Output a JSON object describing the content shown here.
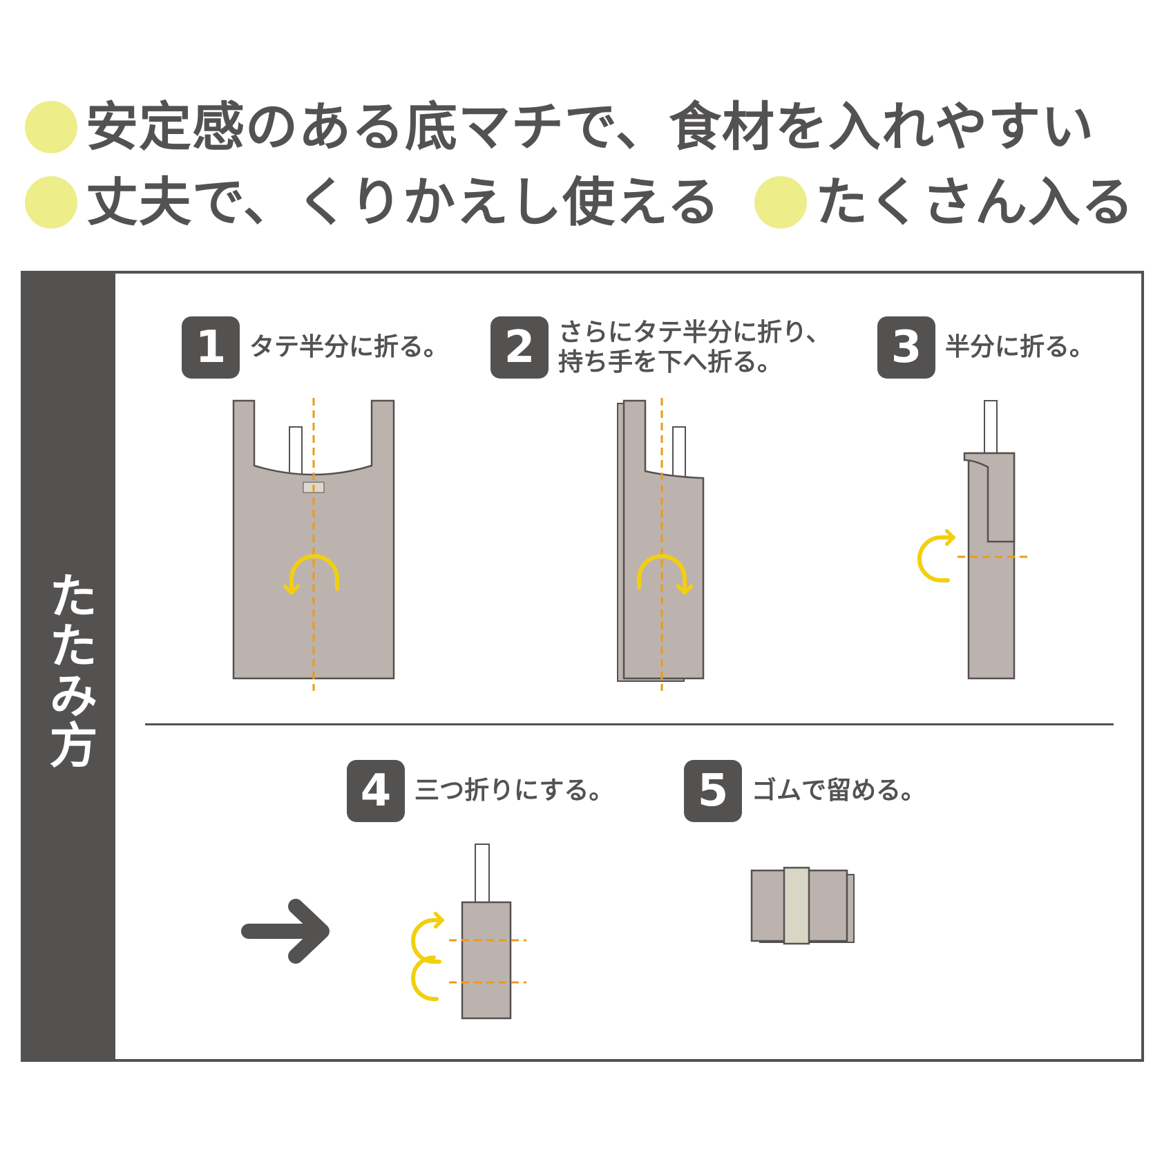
{
  "features": [
    {
      "text": "安定感のある底マチで、食材を入れやすい"
    },
    {
      "text": "丈夫で、くりかえし使える"
    },
    {
      "text": "たくさん入る"
    }
  ],
  "panel": {
    "title": "たたみ方",
    "steps": [
      {
        "number": "1",
        "lines": [
          "タテ半分に折る。"
        ]
      },
      {
        "number": "2",
        "lines": [
          "さらにタテ半分に折り、",
          "持ち手を下へ折る。"
        ]
      },
      {
        "number": "3",
        "lines": [
          "半分に折る。"
        ]
      },
      {
        "number": "4",
        "lines": [
          "三つ折りにする。"
        ]
      },
      {
        "number": "5",
        "lines": [
          "ゴムで留める。"
        ]
      }
    ]
  },
  "colors": {
    "bag": "#bdb3ae",
    "outline": "#545151",
    "fold_line": "#ee9a16",
    "arrow": "#f2cf0f",
    "bullet": "#eded8a",
    "band": "#d9d6c6"
  },
  "icons": [
    "fold-arrow-icon",
    "right-arrow-icon"
  ]
}
